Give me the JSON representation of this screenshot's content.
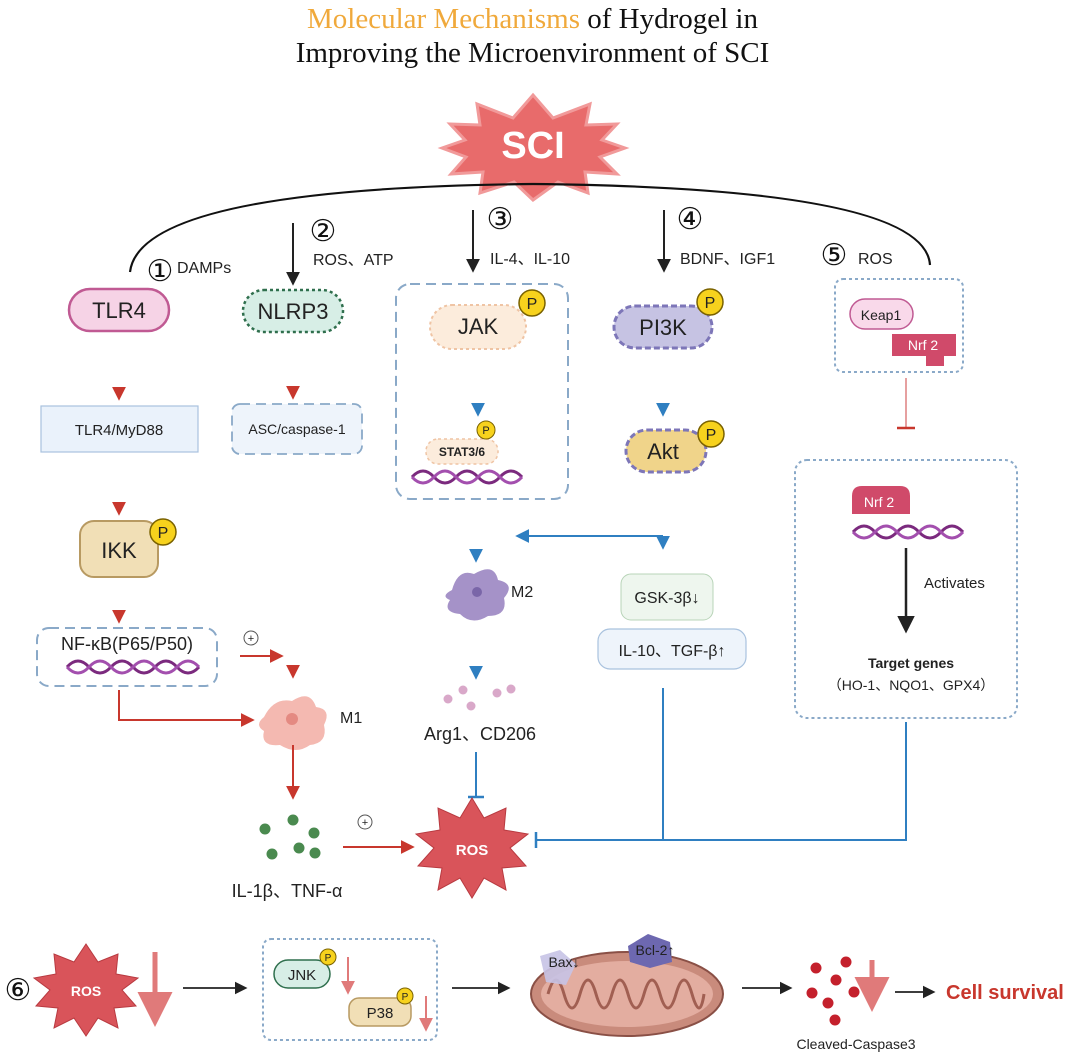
{
  "title": {
    "part1_highlight": "Molecular Mechanisms",
    "part1_rest": " of Hydrogel in",
    "line2": "Improving the Microenvironment of SCI"
  },
  "center": {
    "sci": "SCI"
  },
  "pathways": {
    "p1": {
      "number": "①",
      "signal": "DAMPs",
      "receptor": "TLR4",
      "adaptor": "TLR4/MyD88",
      "kinase": "IKK",
      "tf": "NF-κB(P65/P50)"
    },
    "p2": {
      "number": "②",
      "signal": "ROS、ATP",
      "sensor": "NLRP3",
      "effector": "ASC/caspase-1"
    },
    "p3": {
      "number": "③",
      "signal": "IL-4、IL-10",
      "kinase": "JAK",
      "tf": "STAT3/6"
    },
    "p4": {
      "number": "④",
      "signal": "BDNF、IGF1",
      "kinase": "PI3K",
      "akt": "Akt",
      "gsk": "GSK-3β↓",
      "cytokines": "IL-10、TGF-β↑"
    },
    "p5": {
      "number": "⑤",
      "signal": "ROS",
      "keap1": "Keap1",
      "nrf2": "Nrf 2",
      "nrf2_nuclear": "Nrf 2",
      "activates": "Activates",
      "target_title": "Target genes",
      "target_list": "（HO-1、NQO1、GPX4）"
    }
  },
  "macrophages": {
    "m1": "M1",
    "m2": "M2",
    "m1_products": "IL-1β、TNF-α",
    "m2_products": "Arg1、CD206"
  },
  "labels": {
    "phospho": "P",
    "plus": "+",
    "ros": "ROS"
  },
  "bottom": {
    "number": "⑥",
    "ros": "ROS",
    "jnk": "JNK",
    "p38": "P38",
    "bax": "Bax↓",
    "bcl2": "Bcl-2↑",
    "caspase": "Cleaved-Caspase3",
    "survival": "Cell survival"
  },
  "colors": {
    "red_arrow": "#c8372d",
    "blue_arrow": "#2f7fc1",
    "ros_fill": "#d9545a",
    "title_highlight": "#f0a93b"
  }
}
